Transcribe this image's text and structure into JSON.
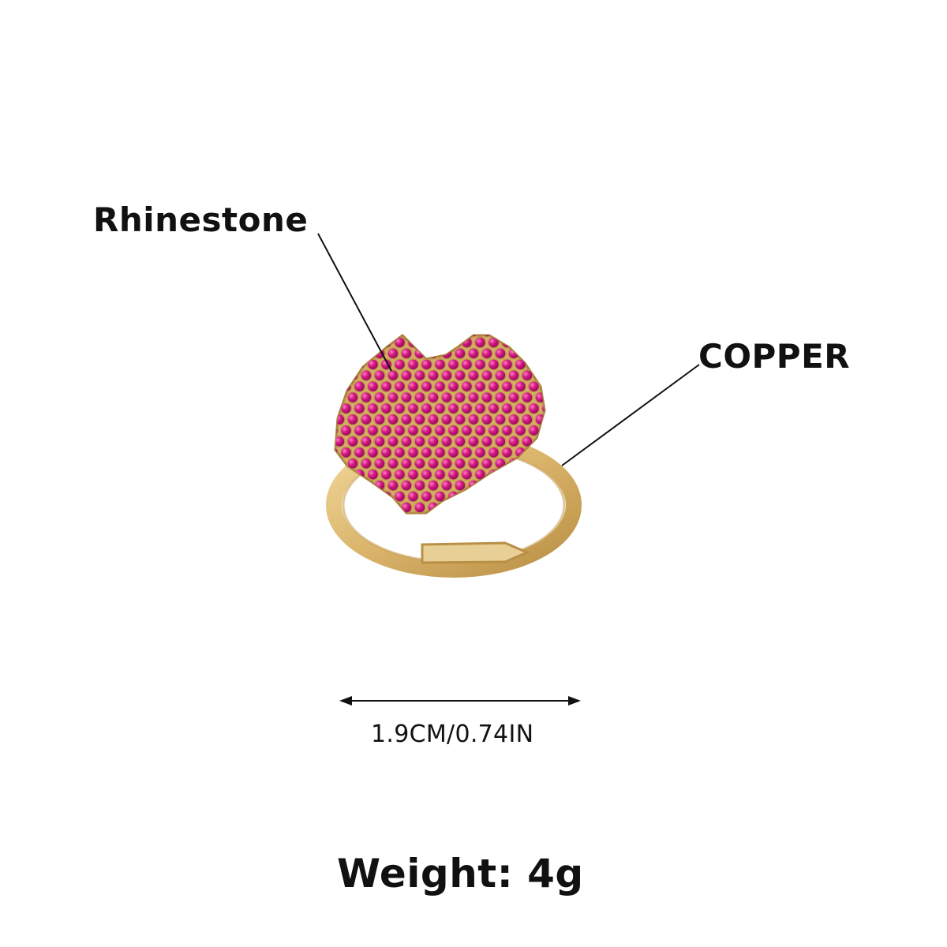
{
  "labels": {
    "material_stone": "Rhinestone",
    "material_band": "COPPER",
    "dimension": "1.9CM/0.74IN",
    "weight": "Weight:  4g"
  },
  "colors": {
    "background": "#ffffff",
    "text": "#111111",
    "gold": "#d9b46a",
    "gold_shadow": "#b98f45",
    "stone": "#c01077",
    "stone_highlight": "#ea4fa6"
  },
  "product": {
    "image": "heart-ring-photo"
  }
}
